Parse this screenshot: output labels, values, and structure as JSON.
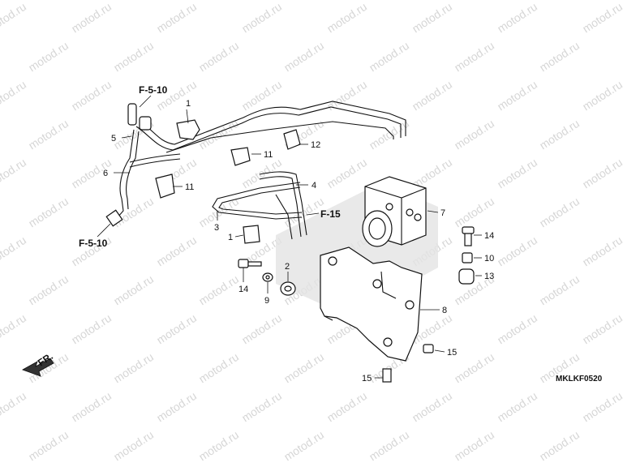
{
  "watermark": {
    "text": "motod.ru"
  },
  "callouts": {
    "c1a": "1",
    "c1b": "1",
    "c2": "2",
    "c3": "3",
    "c4": "4",
    "c5": "5",
    "c6": "6",
    "c7": "7",
    "c8": "8",
    "c9": "9",
    "c10": "10",
    "c11a": "11",
    "c11b": "11",
    "c12": "12",
    "c13": "13",
    "c14a": "14",
    "c14b": "14",
    "c15a": "15",
    "c15b": "15"
  },
  "refs": {
    "f510_top": "F-5-10",
    "f510_bottom": "F-5-10",
    "f15": "F-15"
  },
  "front_label": "FR.",
  "diagram_code": "MKLKF0520"
}
